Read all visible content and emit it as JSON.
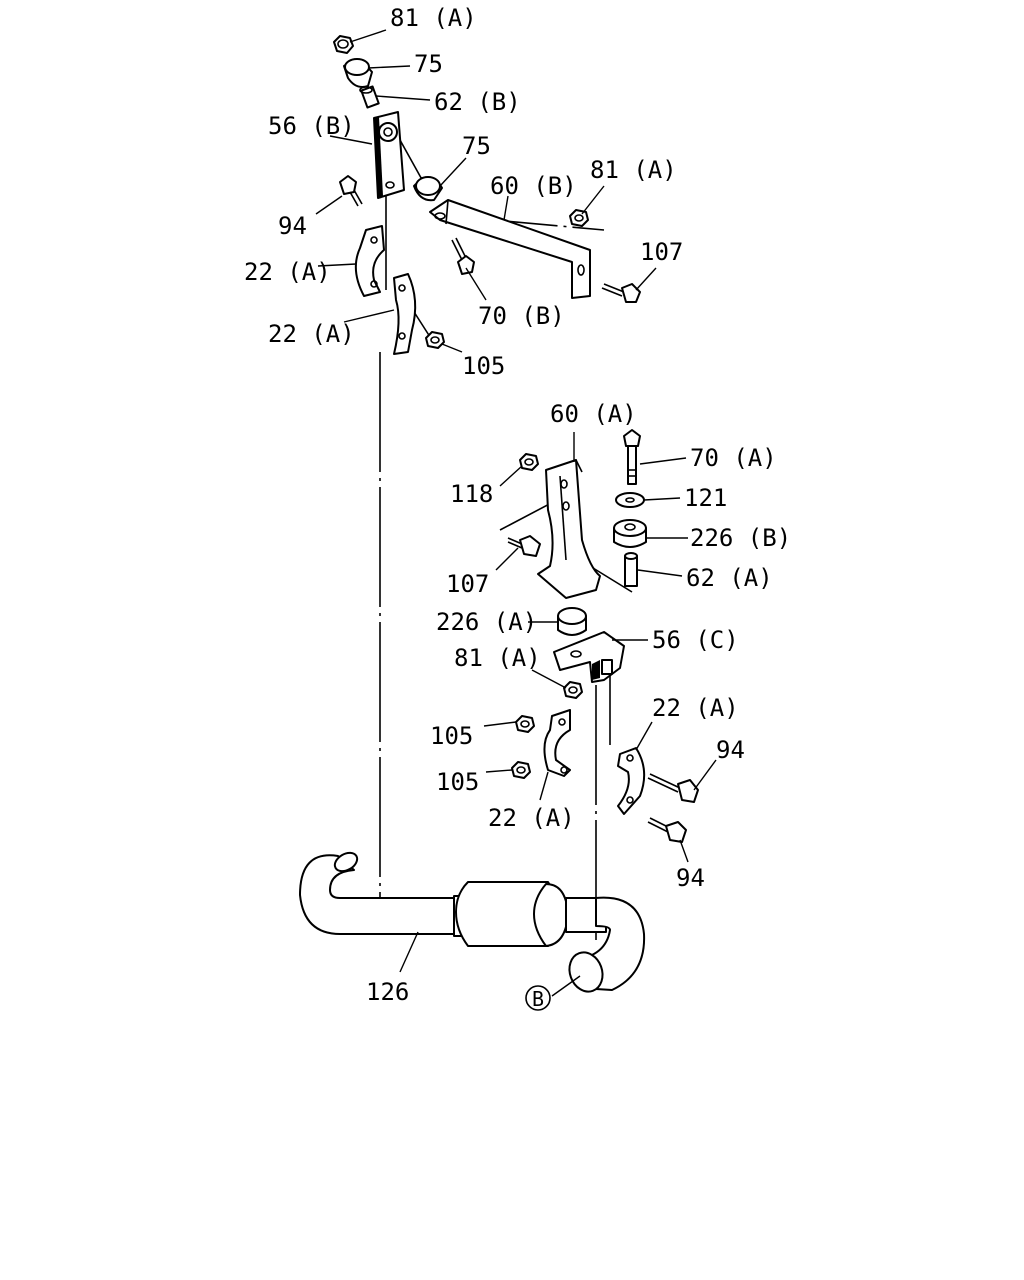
{
  "diagram": {
    "callouts": [
      {
        "id": "81a-top",
        "label": "81 (A)"
      },
      {
        "id": "75-top",
        "label": "75"
      },
      {
        "id": "62b",
        "label": "62 (B)"
      },
      {
        "id": "56b",
        "label": "56 (B)"
      },
      {
        "id": "75-mid",
        "label": "75"
      },
      {
        "id": "60b",
        "label": "60 (B)"
      },
      {
        "id": "81a-right",
        "label": "81 (A)"
      },
      {
        "id": "94-top",
        "label": "94"
      },
      {
        "id": "107-top",
        "label": "107"
      },
      {
        "id": "22a-1",
        "label": "22 (A)"
      },
      {
        "id": "70b",
        "label": "70 (B)"
      },
      {
        "id": "22a-2",
        "label": "22 (A)"
      },
      {
        "id": "105-top",
        "label": "105"
      },
      {
        "id": "60a",
        "label": "60 (A)"
      },
      {
        "id": "70a",
        "label": "70 (A)"
      },
      {
        "id": "118",
        "label": "118"
      },
      {
        "id": "121",
        "label": "121"
      },
      {
        "id": "226b",
        "label": "226 (B)"
      },
      {
        "id": "107-mid",
        "label": "107"
      },
      {
        "id": "62a",
        "label": "62 (A)"
      },
      {
        "id": "226a",
        "label": "226 (A)"
      },
      {
        "id": "56c",
        "label": "56 (C)"
      },
      {
        "id": "81a-mid",
        "label": "81 (A)"
      },
      {
        "id": "22a-3",
        "label": "22 (A)"
      },
      {
        "id": "105-a",
        "label": "105"
      },
      {
        "id": "94-a",
        "label": "94"
      },
      {
        "id": "105-b",
        "label": "105"
      },
      {
        "id": "22a-4",
        "label": "22 (A)"
      },
      {
        "id": "94-b",
        "label": "94"
      },
      {
        "id": "126",
        "label": "126"
      }
    ],
    "marker": {
      "label": "B"
    }
  }
}
